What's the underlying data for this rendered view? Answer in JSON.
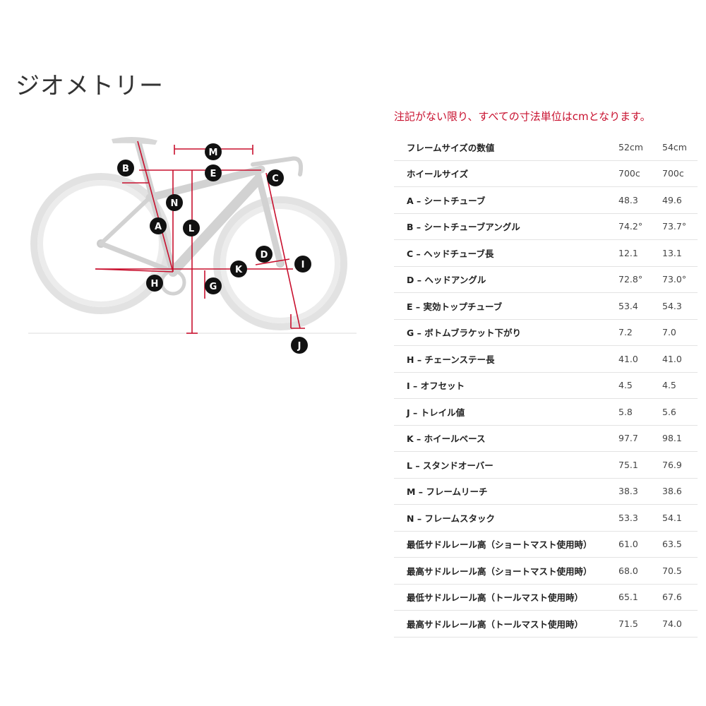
{
  "page": {
    "title": "ジオメトリー",
    "notice": "注記がない限り、すべての寸法単位はcmとなります。"
  },
  "diagram": {
    "markers": [
      "M",
      "E",
      "B",
      "C",
      "N",
      "A",
      "L",
      "D",
      "I",
      "K",
      "H",
      "G",
      "J"
    ],
    "colors": {
      "accent": "#c8102e",
      "marker": "#111111",
      "bike": "#cfcfcf"
    }
  },
  "table": {
    "rows": [
      {
        "label": "フレームサイズの数値",
        "v1": "52cm",
        "v2": "54cm"
      },
      {
        "label": "ホイールサイズ",
        "v1": "700c",
        "v2": "700c"
      },
      {
        "label": "A – シートチューブ",
        "v1": "48.3",
        "v2": "49.6"
      },
      {
        "label": "B – シートチューブアングル",
        "v1": "74.2°",
        "v2": "73.7°"
      },
      {
        "label": "C – ヘッドチューブ長",
        "v1": "12.1",
        "v2": "13.1"
      },
      {
        "label": "D – ヘッドアングル",
        "v1": "72.8°",
        "v2": "73.0°"
      },
      {
        "label": "E – 実効トップチューブ",
        "v1": "53.4",
        "v2": "54.3"
      },
      {
        "label": "G – ボトムブラケット下がり",
        "v1": "7.2",
        "v2": "7.0"
      },
      {
        "label": "H – チェーンステー長",
        "v1": "41.0",
        "v2": "41.0"
      },
      {
        "label": "I – オフセット",
        "v1": "4.5",
        "v2": "4.5"
      },
      {
        "label": "J – トレイル値",
        "v1": "5.8",
        "v2": "5.6"
      },
      {
        "label": "K – ホイールベース",
        "v1": "97.7",
        "v2": "98.1"
      },
      {
        "label": "L – スタンドオーバー",
        "v1": "75.1",
        "v2": "76.9"
      },
      {
        "label": "M – フレームリーチ",
        "v1": "38.3",
        "v2": "38.6"
      },
      {
        "label": "N – フレームスタック",
        "v1": "53.3",
        "v2": "54.1"
      },
      {
        "label": "最低サドルレール高（ショートマスト使用時）",
        "v1": "61.0",
        "v2": "63.5"
      },
      {
        "label": "最高サドルレール高（ショートマスト使用時）",
        "v1": "68.0",
        "v2": "70.5"
      },
      {
        "label": "最低サドルレール高（トールマスト使用時）",
        "v1": "65.1",
        "v2": "67.6"
      },
      {
        "label": "最高サドルレール高（トールマスト使用時）",
        "v1": "71.5",
        "v2": "74.0"
      }
    ]
  }
}
